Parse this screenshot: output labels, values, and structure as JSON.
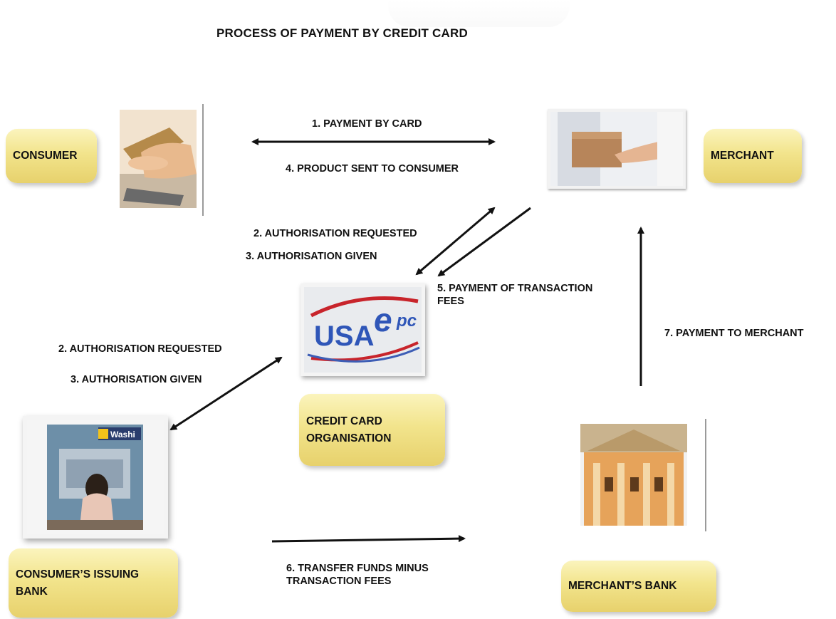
{
  "title": "PROCESS OF PAYMENT BY CREDIT CARD",
  "nodes": {
    "consumer": "CONSUMER",
    "merchant": "MERCHANT",
    "credit_card_organisation_line1": "CREDIT CARD",
    "credit_card_organisation_line2": "ORGANISATION",
    "consumers_bank_line1": "CONSUMER’S ISSUING",
    "consumers_bank_line2": "BANK",
    "merchants_bank": "MERCHANT’S BANK"
  },
  "images": {
    "usa_epc_logo_text": "USA",
    "usa_epc_logo_e": "e",
    "usa_epc_logo_pc": "pc",
    "atm_sign_text": "Washi"
  },
  "edges": {
    "payment_by_card": "1. PAYMENT BY CARD",
    "product_sent": "4. PRODUCT SENT TO CONSUMER",
    "auth_requested_upper": "2. AUTHORISATION REQUESTED",
    "auth_given_upper": "3. AUTHORISATION GIVEN",
    "payment_fees_line1": "5. PAYMENT OF TRANSACTION",
    "payment_fees_line2": "FEES",
    "auth_requested_lower": "2. AUTHORISATION REQUESTED",
    "auth_given_lower": "3. AUTHORISATION GIVEN",
    "payment_to_merchant": "7. PAYMENT TO MERCHANT",
    "transfer_funds_line1": "6. TRANSFER FUNDS MINUS",
    "transfer_funds_line2": "TRANSACTION FEES"
  }
}
